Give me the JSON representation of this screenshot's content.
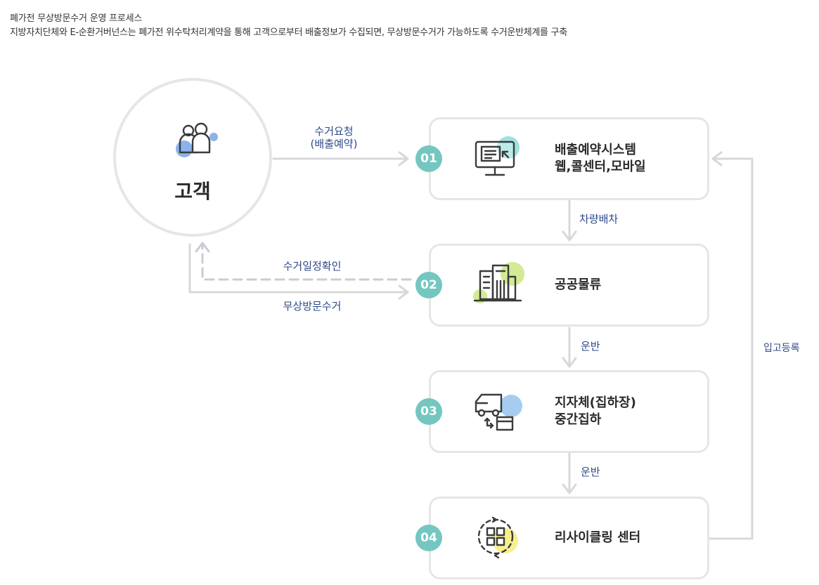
{
  "header": {
    "title": "폐가전 무상방문수거 운영 프로세스",
    "subtitle": "지방자치단체와 E-순환거버넌스는 폐가전 위수탁처리계약을 통해 고객으로부터 배출정보가 수집되면, 무상방문수거가 가능하도록 수거운반체계를 구축"
  },
  "customer": {
    "label": "고객",
    "icon": "users-icon"
  },
  "steps": [
    {
      "number": "01",
      "line1": "배출예약시스템",
      "line2": "웹,콜센터,모바일",
      "icon": "monitor-icon",
      "blob_color": "#8fdcd8"
    },
    {
      "number": "02",
      "line1": "공공물류",
      "line2": "",
      "icon": "building-icon",
      "blob_color": "#cfe88a"
    },
    {
      "number": "03",
      "line1": "지자체(집하장)",
      "line2": "중간집하",
      "icon": "truck-box-icon",
      "blob_color": "#9cc7f0"
    },
    {
      "number": "04",
      "line1": "리사이클링 센터",
      "line2": "",
      "icon": "recycle-icon",
      "blob_color": "#f5ef8a"
    }
  ],
  "flows": {
    "request_line1": "수거요청",
    "request_line2": "(배출예약)",
    "confirm": "수거일정확인",
    "visit": "무상방문수거",
    "dispatch": "차량배차",
    "transport1": "운반",
    "transport2": "운반",
    "register": "입고등록"
  },
  "colors": {
    "badge": "#74c7c0",
    "arrow": "#d8d8d8",
    "dashed_arrow": "#c9ccd6",
    "label": "#2d4a8a",
    "border": "#e6e6e6"
  }
}
